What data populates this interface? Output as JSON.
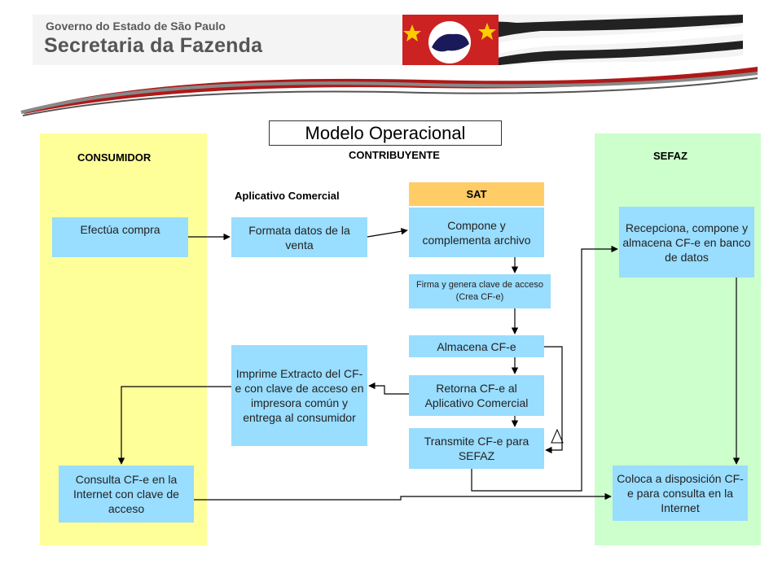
{
  "header": {
    "gov_text": "Governo do Estado de São Paulo",
    "secretaria_text": "Secretaria da Fazenda"
  },
  "title": "Modelo Operacional",
  "lanes": {
    "consumidor": "CONSUMIDOR",
    "contribuyente": "CONTRIBUYENTE",
    "sefaz": "SEFAZ"
  },
  "subheads": {
    "aplicativo": "Aplicativo Comercial",
    "sat": "SAT"
  },
  "boxes": {
    "efectua": "Efectúa compra",
    "formata": "Formata datos de la venta",
    "compone": "Compone y complementa archivo",
    "firma": "Firma y genera clave de acceso (Crea CF-e)",
    "almacena": "Almacena CF-e",
    "retorna": "Retorna CF-e al Aplicativo Comercial",
    "transmite": "Transmite CF-e para SEFAZ",
    "imprime": "Imprime Extracto del CF-e con clave de acceso en impresora común y entrega al consumidor",
    "consulta": "Consulta CF-e en la Internet con clave de acceso",
    "recepciona": "Recepciona, compone y almacena CF-e en banco de datos",
    "coloca": "Coloca a disposición CF-e para consulta en la Internet"
  },
  "colors": {
    "consumidor_lane": "#ffff99",
    "sefaz_lane": "#ccffcc",
    "box_fill": "#99ddff",
    "sat_header": "#ffcc66",
    "flag_red": "#cc2222"
  },
  "icons": {
    "header_flag": "sao-paulo-flag-icon",
    "triangle": "warning-triangle-icon"
  }
}
